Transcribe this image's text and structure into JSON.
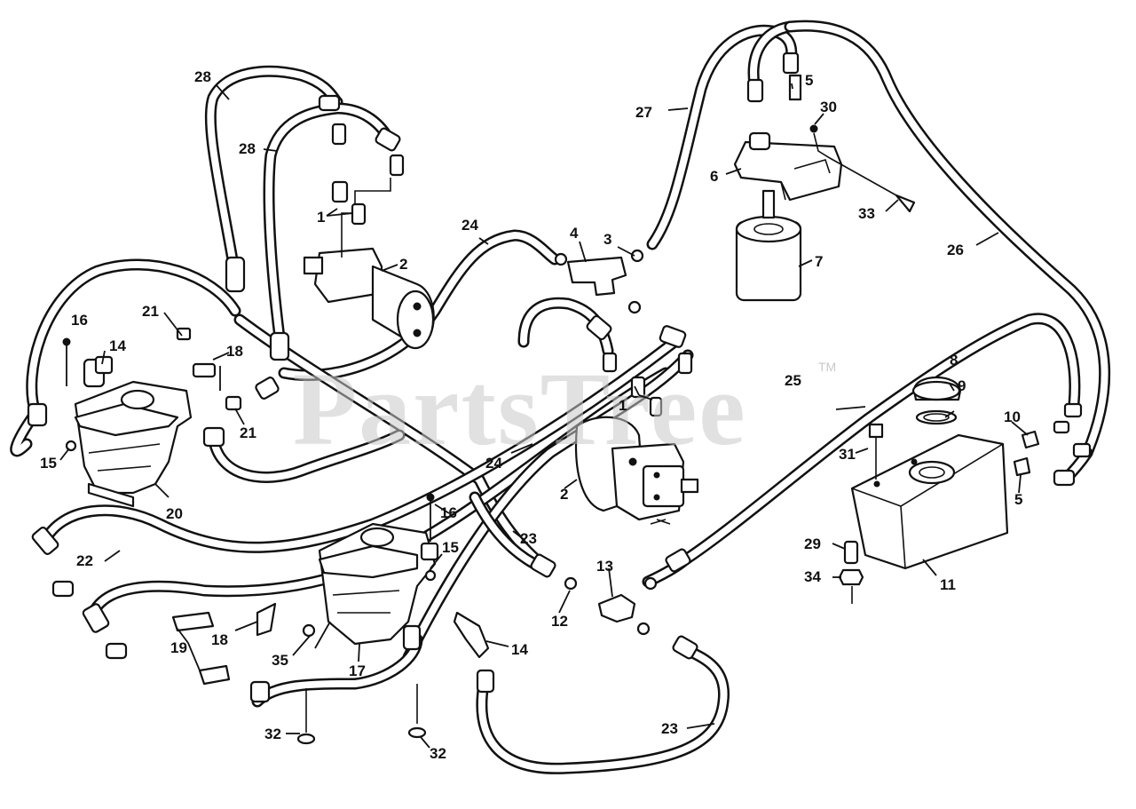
{
  "watermark": {
    "text": "PartsTree",
    "mark": "TM"
  },
  "callouts": {
    "c1a": "1",
    "c1b": "1",
    "c2a": "2",
    "c2b": "2",
    "c3": "3",
    "c4": "4",
    "c5a": "5",
    "c5b": "5",
    "c6": "6",
    "c7": "7",
    "c8": "8",
    "c9": "9",
    "c10": "10",
    "c11": "11",
    "c12": "12",
    "c13": "13",
    "c14a": "14",
    "c14b": "14",
    "c15a": "15",
    "c15b": "15",
    "c16a": "16",
    "c16b": "16",
    "c17": "17",
    "c18a": "18",
    "c18b": "18",
    "c19": "19",
    "c20": "20",
    "c21a": "21",
    "c21b": "21",
    "c22": "22",
    "c23a": "23",
    "c23b": "23",
    "c24a": "24",
    "c24b": "24",
    "c25": "25",
    "c26": "26",
    "c27": "27",
    "c28a": "28",
    "c28b": "28",
    "c29": "29",
    "c30": "30",
    "c31": "31",
    "c32a": "32",
    "c32b": "32",
    "c33": "33",
    "c34": "34",
    "c35": "35"
  }
}
